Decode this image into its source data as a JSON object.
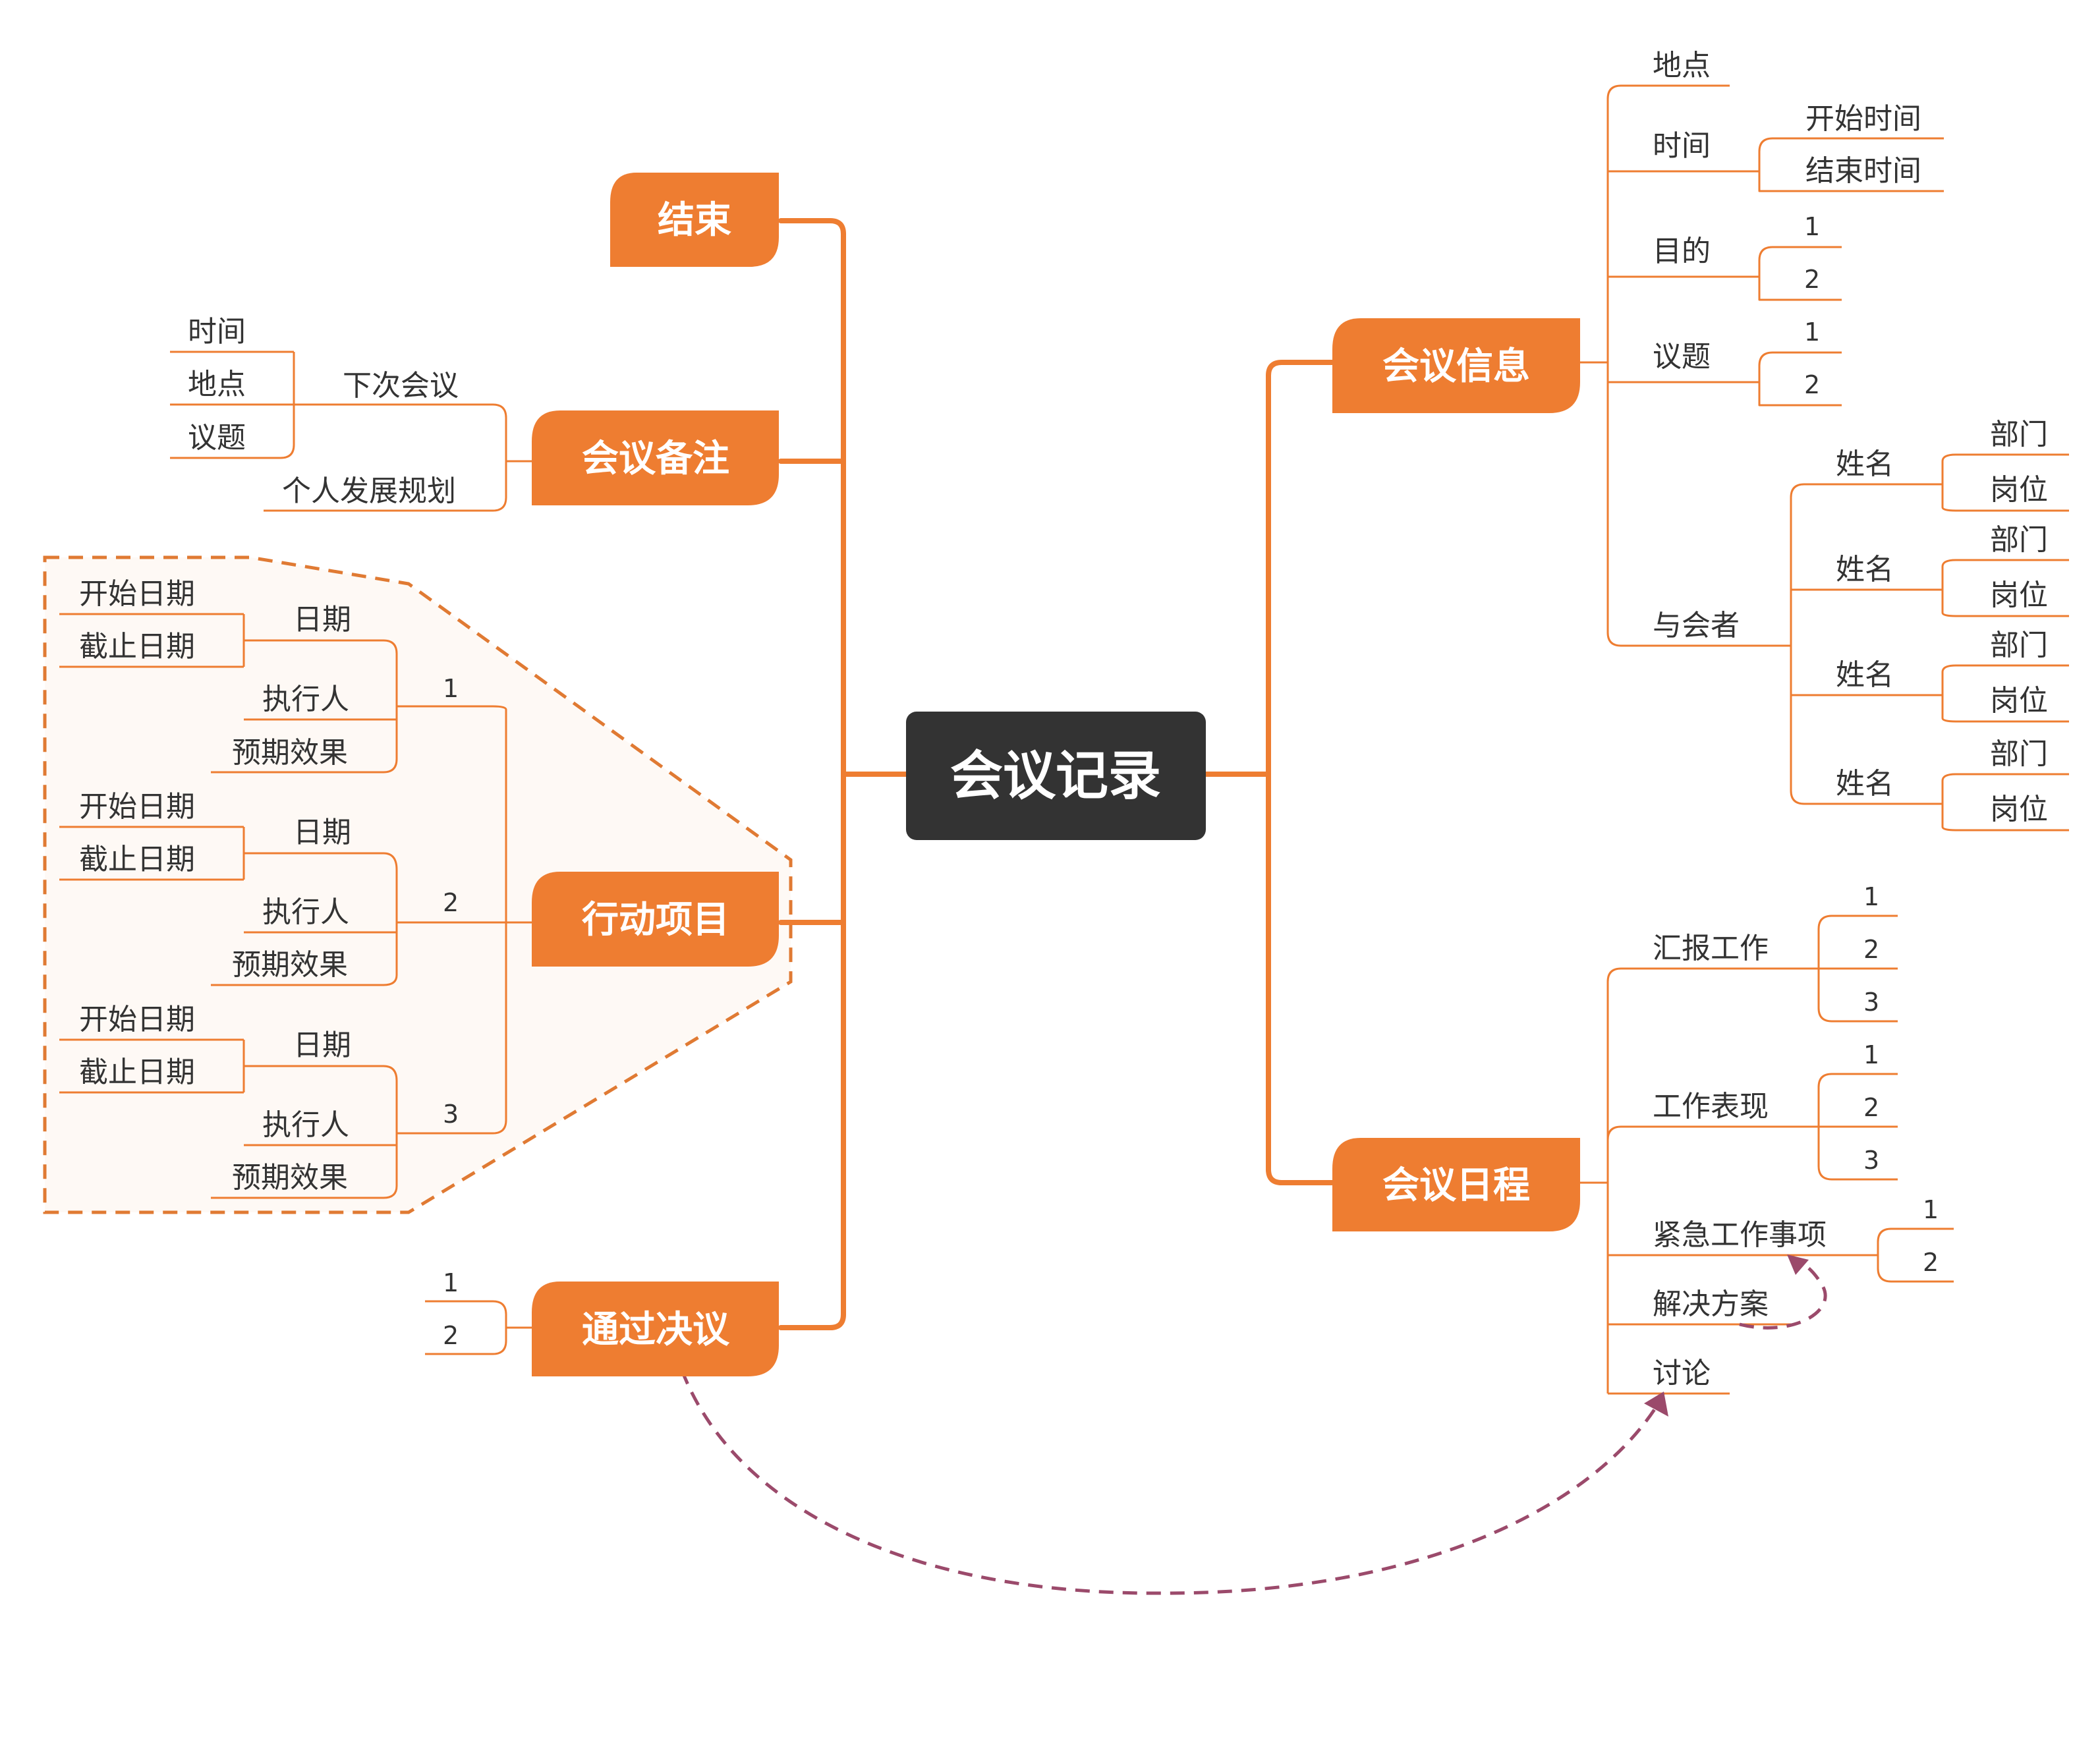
{
  "colors": {
    "main_line": "#EE7D31",
    "sub_line": "#EE7D31",
    "branch_fill": "#EE7D31",
    "center_fill": "#333333",
    "text": "#333333",
    "boundary_stroke": "#E07A33",
    "boundary_fill": "#FEF9F5",
    "relationship_line": "#9B4A6B"
  },
  "center": {
    "label": "会议记录"
  },
  "branches": {
    "end": {
      "label": "结束"
    },
    "notes": {
      "label": "会议备注",
      "next_meeting": {
        "label": "下次会议",
        "time": "时间",
        "place": "地点",
        "topic": "议题"
      },
      "personal_plan": "个人发展规划"
    },
    "actions": {
      "label": "行动项目",
      "items": [
        {
          "num": "1",
          "date": "日期",
          "start": "开始日期",
          "due": "截止日期",
          "owner": "执行人",
          "expected": "预期效果"
        },
        {
          "num": "2",
          "date": "日期",
          "start": "开始日期",
          "due": "截止日期",
          "owner": "执行人",
          "expected": "预期效果"
        },
        {
          "num": "3",
          "date": "日期",
          "start": "开始日期",
          "due": "截止日期",
          "owner": "执行人",
          "expected": "预期效果"
        }
      ]
    },
    "resolutions": {
      "label": "通过决议",
      "items": [
        "1",
        "2"
      ]
    },
    "info": {
      "label": "会议信息",
      "place": "地点",
      "time": {
        "label": "时间",
        "start": "开始时间",
        "end": "结束时间"
      },
      "purpose": {
        "label": "目的",
        "items": [
          "1",
          "2"
        ]
      },
      "topic": {
        "label": "议题",
        "items": [
          "1",
          "2"
        ]
      },
      "attendees": {
        "label": "与会者",
        "people": [
          {
            "name": "姓名",
            "dept": "部门",
            "post": "岗位"
          },
          {
            "name": "姓名",
            "dept": "部门",
            "post": "岗位"
          },
          {
            "name": "姓名",
            "dept": "部门",
            "post": "岗位"
          },
          {
            "name": "姓名",
            "dept": "部门",
            "post": "岗位"
          }
        ]
      }
    },
    "agenda": {
      "label": "会议日程",
      "report": {
        "label": "汇报工作",
        "items": [
          "1",
          "2",
          "3"
        ]
      },
      "performance": {
        "label": "工作表现",
        "items": [
          "1",
          "2",
          "3"
        ]
      },
      "urgent": {
        "label": "紧急工作事项",
        "items": [
          "1",
          "2"
        ]
      },
      "solution": "解决方案",
      "discussion": "讨论"
    }
  }
}
